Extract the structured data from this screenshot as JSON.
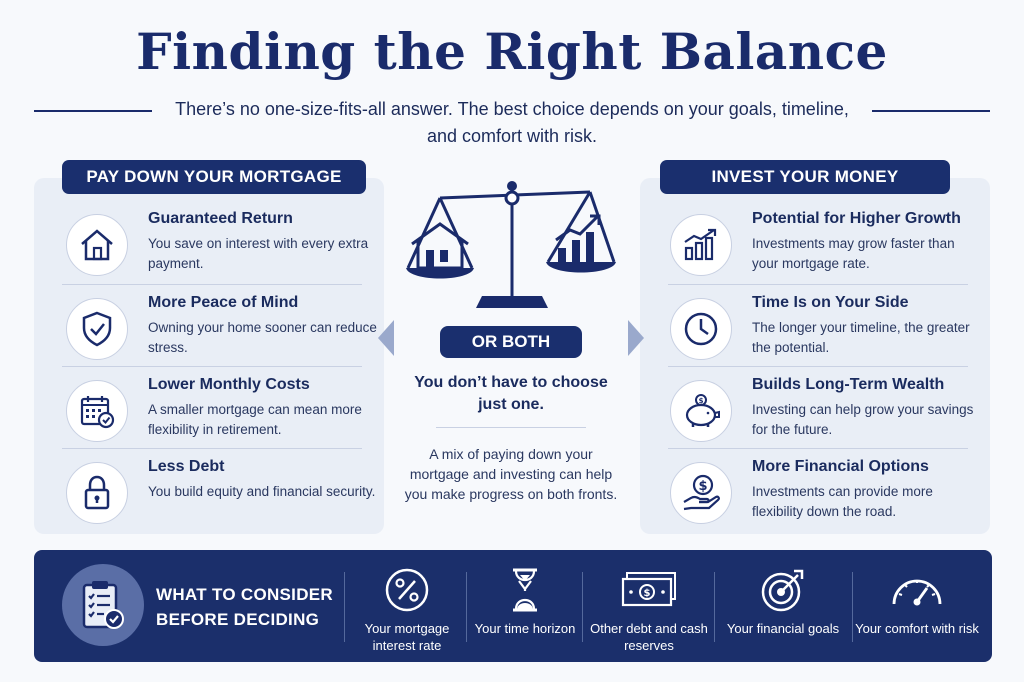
{
  "header": {
    "title": "Finding the Right Balance",
    "subtitle": "There’s no one-size-fits-all answer. The best choice depends on your goals, timeline, and comfort with risk."
  },
  "left_panel": {
    "heading": "PAY DOWN YOUR MORTGAGE",
    "items": [
      {
        "title": "Guaranteed Return",
        "desc": "You save on interest with every extra payment.",
        "icon": "house-icon"
      },
      {
        "title": "More Peace of Mind",
        "desc": "Owning your home sooner can reduce stress.",
        "icon": "shield-check-icon"
      },
      {
        "title": "Lower Monthly Costs",
        "desc": "A smaller mortgage can mean more flexibility in retirement.",
        "icon": "calendar-check-icon"
      },
      {
        "title": "Less Debt",
        "desc": "You build equity and financial security.",
        "icon": "lock-icon"
      }
    ]
  },
  "right_panel": {
    "heading": "INVEST YOUR MONEY",
    "items": [
      {
        "title": "Potential for Higher Growth",
        "desc": "Investments may grow faster than your mortgage rate.",
        "icon": "growth-chart-icon"
      },
      {
        "title": "Time Is on Your Side",
        "desc": "The longer your timeline, the greater the potential.",
        "icon": "clock-icon"
      },
      {
        "title": "Builds Long-Term Wealth",
        "desc": "Investing can help grow your savings for the future.",
        "icon": "piggy-bank-icon"
      },
      {
        "title": "More Financial Options",
        "desc": "Investments can provide more flexibility down the road.",
        "icon": "hand-coin-icon"
      }
    ]
  },
  "center": {
    "badge": "OR BOTH",
    "strong": "You don’t have to choose just one.",
    "desc": "A mix of paying down your mortgage and investing can help you make progress on both fronts."
  },
  "bottom": {
    "title": "WHAT TO CONSIDER BEFORE DECIDING",
    "factors": [
      {
        "label": "Your mortgage interest rate",
        "icon": "percent-icon"
      },
      {
        "label": "Your time horizon",
        "icon": "hourglass-icon"
      },
      {
        "label": "Other debt and cash reserves",
        "icon": "cash-icon"
      },
      {
        "label": "Your financial goals",
        "icon": "target-icon"
      },
      {
        "label": "Your comfort with risk",
        "icon": "gauge-icon"
      }
    ]
  },
  "colors": {
    "navy": "#1a2f6e",
    "panel": "#e9eef6",
    "text": "#1c2b5a"
  }
}
